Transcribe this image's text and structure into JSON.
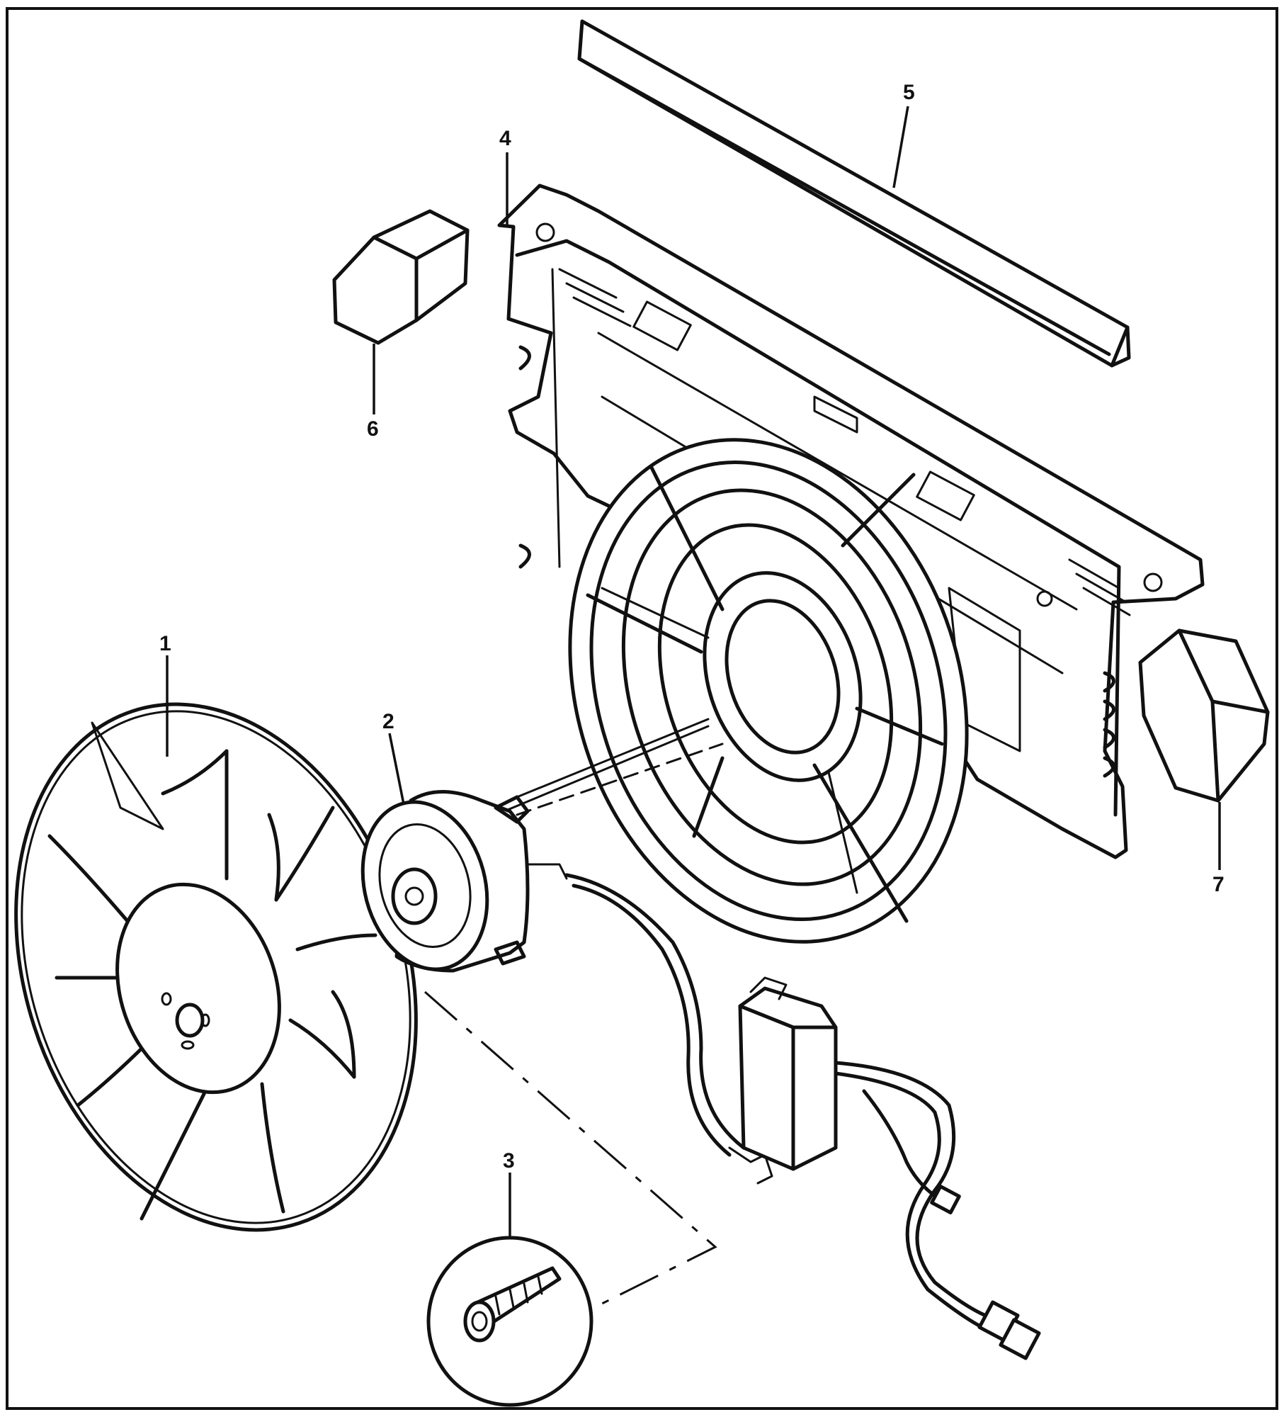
{
  "diagram": {
    "callouts": [
      {
        "id": "1",
        "label": "1"
      },
      {
        "id": "2",
        "label": "2"
      },
      {
        "id": "3",
        "label": "3"
      },
      {
        "id": "4",
        "label": "4"
      },
      {
        "id": "5",
        "label": "5"
      },
      {
        "id": "6",
        "label": "6"
      },
      {
        "id": "7",
        "label": "7"
      }
    ],
    "parts": [
      {
        "callout": "1",
        "icon": "fan-blade-icon"
      },
      {
        "callout": "2",
        "icon": "fan-motor-icon"
      },
      {
        "callout": "3",
        "icon": "screw-icon"
      },
      {
        "callout": "4",
        "icon": "fan-shroud-icon"
      },
      {
        "callout": "5",
        "icon": "foam-strip-icon"
      },
      {
        "callout": "6",
        "icon": "foam-block-left-icon"
      },
      {
        "callout": "7",
        "icon": "foam-block-right-icon"
      }
    ],
    "colors": {
      "line": "#111111",
      "background": "#ffffff"
    }
  }
}
